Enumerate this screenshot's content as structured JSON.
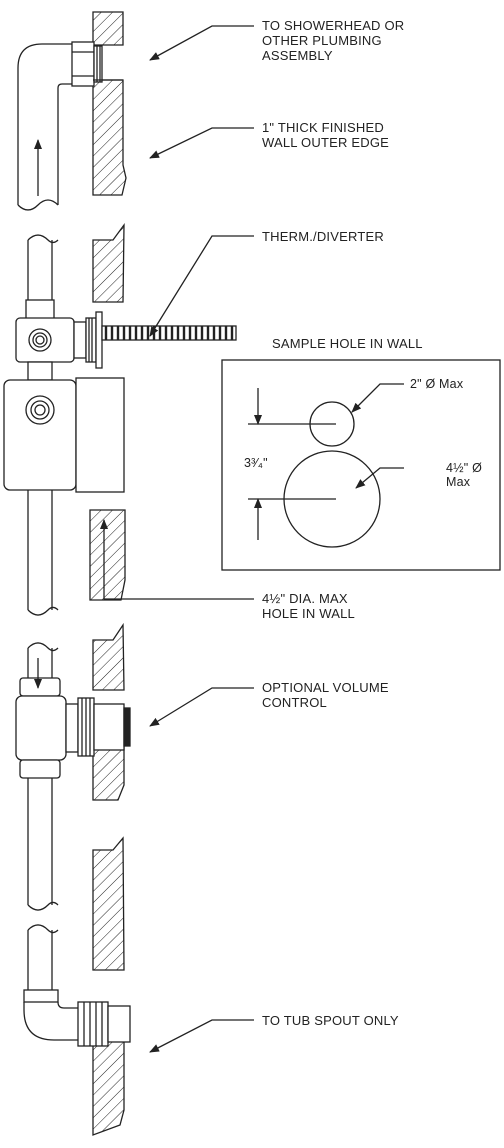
{
  "labels": {
    "showerhead": "TO SHOWERHEAD OR\nOTHER PLUMBING\nASSEMBLY",
    "finished_wall": "1\" THICK FINISHED\nWALL OUTER EDGE",
    "therm_diverter": "THERM./DIVERTER",
    "sample_hole_title": "SAMPLE HOLE IN WALL",
    "small_hole": "2\" Ø Max",
    "large_hole": "4½\" Ø\nMax",
    "spacing": "3³⁄₄\"",
    "dia_max": "4½\" DIA. MAX\nHOLE IN WALL",
    "volume_control": "OPTIONAL VOLUME\nCONTROL",
    "tub_spout": "TO TUB SPOUT ONLY"
  },
  "colors": {
    "line": "#222222",
    "background": "#ffffff"
  }
}
